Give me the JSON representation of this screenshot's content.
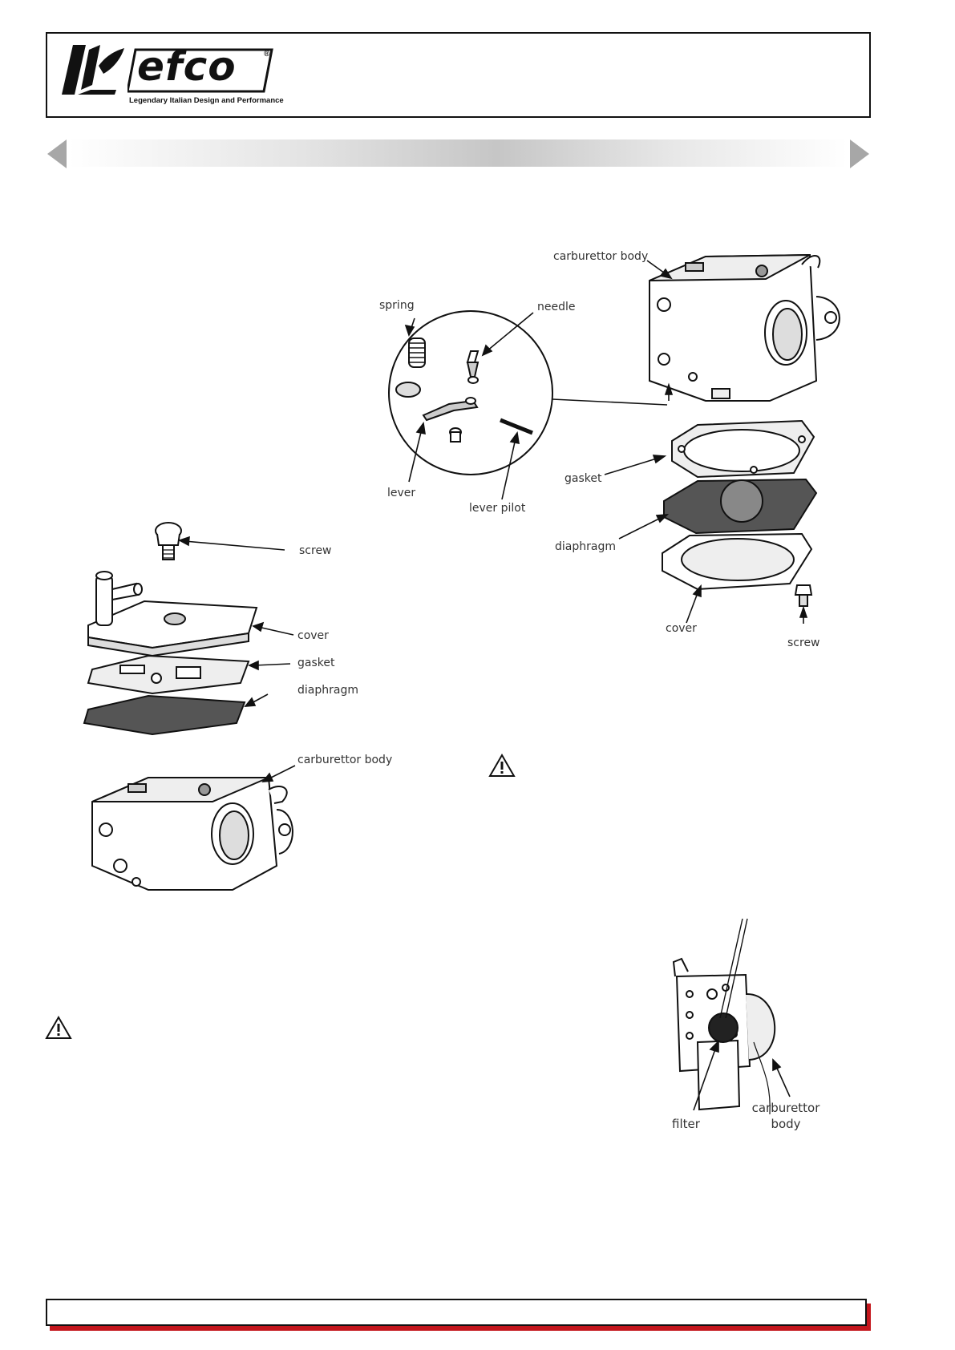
{
  "header": {
    "brand": "efco",
    "registered": "®",
    "tagline": "Legendary Italian Design and Performance"
  },
  "nav": {
    "prev_icon": "triangle-left-icon",
    "next_icon": "triangle-right-icon"
  },
  "figure_left": {
    "labels": {
      "screw": "screw",
      "cover": "cover",
      "gasket": "gasket",
      "diaphragm": "diaphragm",
      "carburettor_body": "carburettor body"
    }
  },
  "figure_right": {
    "labels": {
      "carburettor_body": "carburettor body",
      "spring": "spring",
      "needle": "needle",
      "lever": "lever",
      "lever_pilot": "lever pilot",
      "gasket": "gasket",
      "diaphragm": "diaphragm",
      "cover": "cover",
      "screw": "screw"
    }
  },
  "figure_filter": {
    "labels": {
      "filter": "filter",
      "carburettor_line1": "carburettor",
      "carburettor_line2": "body"
    }
  },
  "icons": {
    "warning": "warning-triangle-icon"
  },
  "colors": {
    "footer_accent": "#c4161c",
    "bar_mid": "#c6c6c6"
  }
}
